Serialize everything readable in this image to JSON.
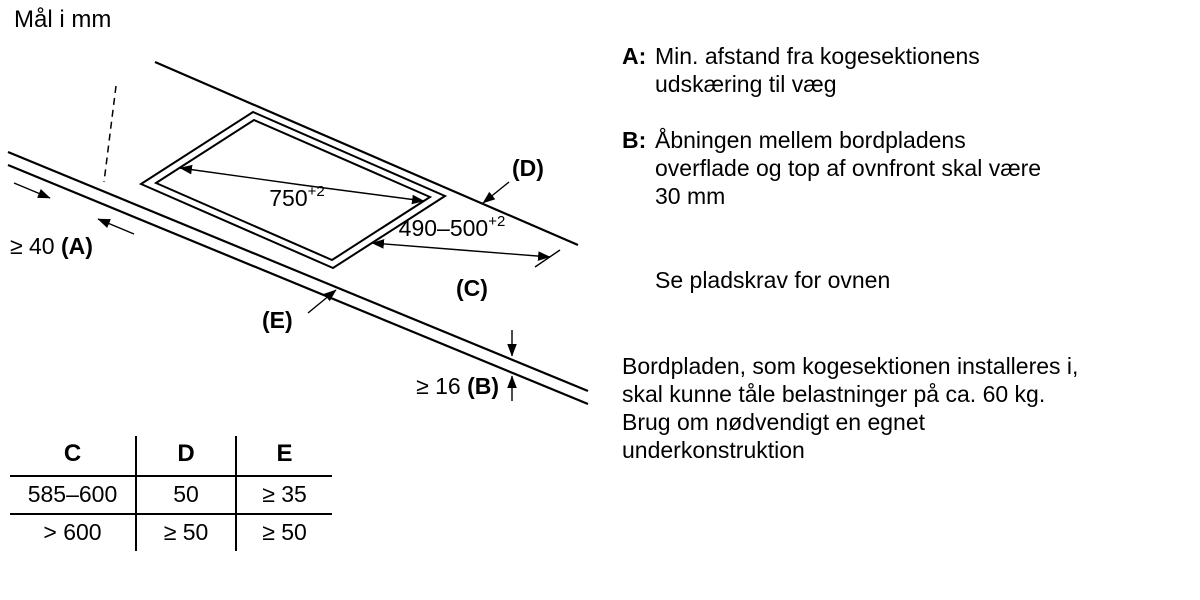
{
  "title": "Mål i mm",
  "diagram": {
    "dim_width": "750",
    "dim_width_sup": "+2",
    "dim_depth": "490–500",
    "dim_depth_sup": "+2",
    "label_a_prefix": "≥ 40 ",
    "label_a": "(A)",
    "label_b_prefix": "≥ 16 ",
    "label_b": "(B)",
    "label_c": "(C)",
    "label_d": "(D)",
    "label_e": "(E)"
  },
  "table": {
    "headers": [
      "C",
      "D",
      "E"
    ],
    "rows": [
      [
        "585–600",
        "50",
        "≥ 35"
      ],
      [
        "> 600",
        "≥ 50",
        "≥ 50"
      ]
    ]
  },
  "notes": {
    "a_label": "A:",
    "a_lines": [
      "Min. afstand fra kogesektionens",
      "udskæring til væg"
    ],
    "b_label": "B:",
    "b_lines": [
      "Åbningen mellem bordpladens",
      "overflade og top af ovnfront skal være",
      "30 mm"
    ],
    "see_note": "Se pladskrav for ovnen",
    "load_lines": [
      "Bordpladen, som kogesektionen installeres i,",
      "skal kunne tåle belastninger på ca. 60 kg.",
      "Brug om nødvendigt en egnet",
      "underkonstruktion"
    ]
  }
}
